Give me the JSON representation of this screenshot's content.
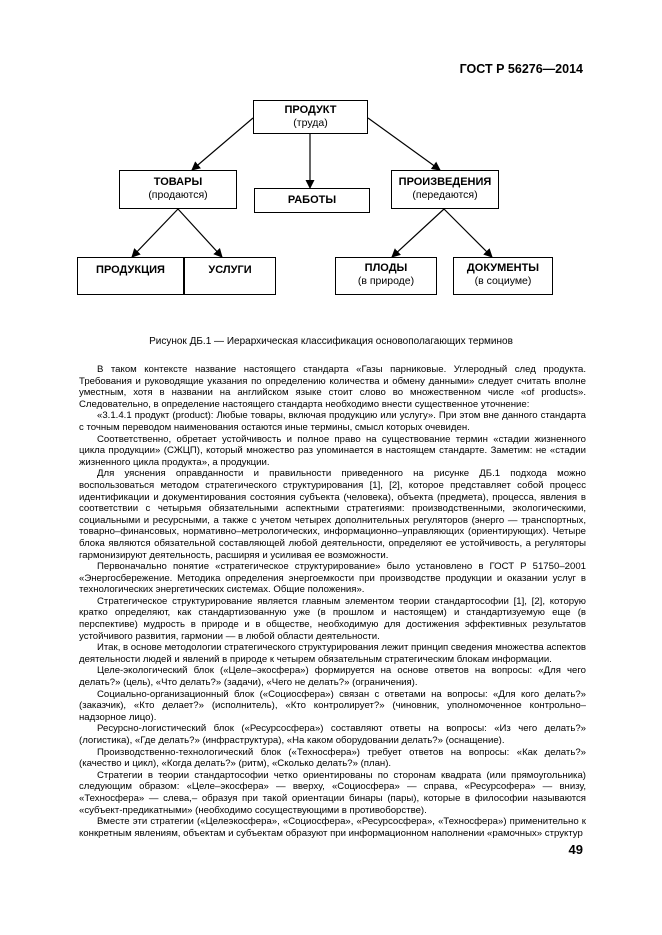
{
  "header": "ГОСТ Р 56276—2014",
  "diagram": {
    "produkt": {
      "title": "ПРОДУКТ",
      "sub": "(труда)"
    },
    "tovary": {
      "title": "ТОВАРЫ",
      "sub": "(продаются)"
    },
    "proizvedeniya": {
      "title": "ПРОИЗВЕДЕНИЯ",
      "sub": "(передаются)"
    },
    "raboty": {
      "title": "РАБОТЫ"
    },
    "produkciya": {
      "title": "ПРОДУКЦИЯ"
    },
    "uslugi": {
      "title": "УСЛУГИ"
    },
    "plody": {
      "title": "ПЛОДЫ",
      "sub": "(в природе)"
    },
    "dokumenty": {
      "title": "ДОКУМЕНТЫ",
      "sub": "(в социуме)"
    }
  },
  "caption": "Рисунок ДБ.1 — Иерархическая классификация основополагающих терминов",
  "paragraphs": [
    "В таком контексте название настоящего стандарта «Газы парниковые. Углеродный след продукта. Требования и руководящие указания по определению количества и обмену данными» следует считать вполне уместным, хотя в названии на английском языке стоит слово во множественном числе «of products». Следовательно, в определение настоящего стандарта необходимо внести существенное уточнение:",
    "«3.1.4.1 продукт (product): Любые товары, включая продукцию или услугу». При этом вне данного стандарта с точным переводом наименования остаются иные термины, смысл которых очевиден.",
    "Соответственно, обретает устойчивость и полное право на существование термин «стадии жизненного цикла продукции» (СЖЦП), который множество раз упоминается в настоящем стандарте. Заметим: не «стадии жизненного цикла продукта», а продукции.",
    "Для уяснения оправданности и правильности приведенного на рисунке ДБ.1 подхода можно воспользоваться методом стратегического структурирования [1], [2], которое представляет собой процесс идентификации и документирования состояния субъекта (человека), объекта (предмета), процесса, явления в соответствии с четырьмя обязательными аспектными стратегиями: производственными, экологическими, социальными и ресурсными, а также с учетом четырех дополнительных регуляторов (энерго — транспортных, товарно–финансовых, нормативно–метрологических, информационно–управляющих (ориентирующих). Четыре блока являются обязательной составляющей любой деятельности, определяют ее устойчивость, а регуляторы гармонизируют деятельность, расширяя и усиливая ее возможности.",
    "Первоначально понятие «стратегическое структурирование» было установлено в ГОСТ Р 51750–2001 «Энергосбережение. Методика определения энергоемкости при производстве продукции и оказании услуг в технологических энергетических системах. Общие положения».",
    "Стратегическое структурирование является главным элементом теории стандартософии [1], [2], которую кратко определяют, как стандартизованную уже (в прошлом и настоящем) и стандартизуемую еще (в перспективе) мудрость в природе и в обществе, необходимую для достижения эффективных результатов устойчивого развития, гармонии — в любой области деятельности.",
    "Итак, в основе методологии стратегического структурирования лежит принцип сведения множества аспектов деятельности людей и явлений в природе к четырем обязательным стратегическим блокам информации.",
    "Целе-экологический блок («Целе–экосфера») формируется на основе ответов на вопросы: «Для чего делать?» (цель), «Что делать?» (задачи), «Чего не делать?» (ограничения).",
    "Социально-организационный блок («Социосфера») связан с ответами на вопросы: «Для кого делать?» (заказчик), «Кто делает?» (исполнитель), «Кто контролирует?» (чиновник, уполномоченное контрольно–надзорное лицо).",
    "Ресурсно-логистический блок («Ресурсосфера») составляют ответы на вопросы: «Из чего делать?» (логистика), «Где делать?» (инфраструктура), «На каком оборудовании делать?» (оснащение).",
    "Производственно-технологический блок («Техносфера») требует ответов на вопросы: «Как делать?» (качество и цикл), «Когда делать?» (ритм), «Сколько делать?» (план).",
    "Стратегии в теории стандартософии четко ориентированы по сторонам квадрата (или прямоугольника) следующим образом: «Целе–экосфера» — вверху, «Социосфера» — справа, «Ресурсофера» — внизу, «Техносфера» — слева,– образуя при такой ориентации бинары (пары), которые в философии называются «субъект-предикатными» (необходимо сосуществующими в противоборстве).",
    "Вместе эти стратегии («Целеэкосфера», «Социосфера», «Ресурсосфера», «Техносфера») применительно к конкретным явлениям, объектам и субъектам образуют при информационном наполнении «рамочных» структур"
  ],
  "page_number": "49"
}
